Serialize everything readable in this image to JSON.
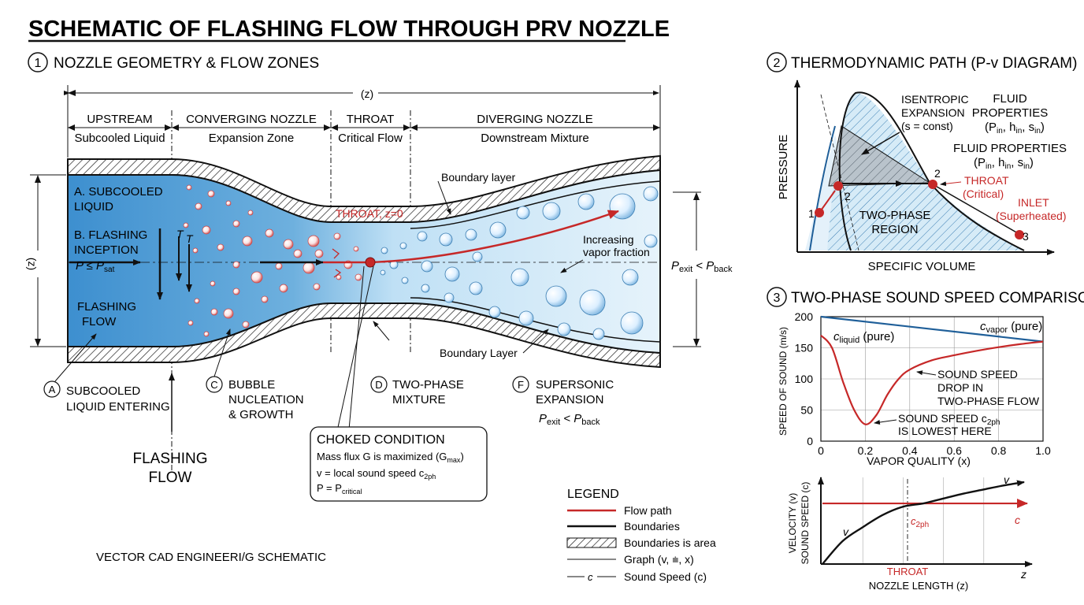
{
  "title": "SCHEMATIC OF FLASHING FLOW THROUGH PRV NOZZLE",
  "footer_note": "VECTOR CAD ENGINEERI/G SCHEMATIC",
  "colors": {
    "liquid": "#3b8fcf",
    "liquid_light": "#bfe0f5",
    "flow_path": "#c62828",
    "sound_speed_curve": "#c62828",
    "vapor_curve": "#1f5f99",
    "hatch": "#222222"
  },
  "panel1": {
    "number": "1",
    "heading": "NOZZLE GEOMETRY & FLOW ZONES",
    "z_overall": "(z)",
    "z_side": "(z)",
    "zones": [
      {
        "name": "UPSTREAM",
        "desc": "Subcooled Liquid"
      },
      {
        "name": "CONVERGING NOZZLE",
        "desc": "Expansion Zone"
      },
      {
        "name": "THROAT",
        "desc": "Critical Flow"
      },
      {
        "name": "DIVERGING NOZZLE",
        "desc": "Downstream Mixture"
      }
    ],
    "inside": {
      "a_line1": "A. SUBCOOLED",
      "a_line2": "LIQUID",
      "b_line1": "B. FLASHING",
      "b_line2": "INCEPTION",
      "b_cond": "P ≤ P",
      "b_cond_sub": "sat",
      "t1": "T",
      "t2": "T",
      "flashing_line1": "FLASHING",
      "flashing_line2": "FLOW",
      "throat_label": "THROAT, z=0",
      "boundary_top": "Boundary layer",
      "boundary_bottom": "Boundary Layer",
      "increasing_line1": "Increasing",
      "increasing_line2": "vapor fraction"
    },
    "exit_label": {
      "p": "P",
      "exit_sub": "exit",
      "lt": " < P",
      "back_sub": "back"
    },
    "callouts": [
      {
        "letter": "A",
        "line1": "SUBCOOLED",
        "line2": "LIQUID ENTERING",
        "line3": ""
      },
      {
        "letter": "C",
        "line1": "BUBBLE",
        "line2": "NUCLEATION",
        "line3": "& GROWTH"
      },
      {
        "letter": "D",
        "line1": "TWO-PHASE",
        "line2": "MIXTURE",
        "line3": ""
      },
      {
        "letter": "F",
        "line1": "SUPERSONIC",
        "line2": "EXPANSION",
        "line3": ""
      }
    ],
    "flashing_flow_big_line1": "FLASHING",
    "flashing_flow_big_line2": "FLOW",
    "choked": {
      "title": "CHOKED CONDITION",
      "line1": "Mass flux G is maximized (G",
      "line1_sub": "max",
      "line1_end": ")",
      "line2": "v = local sound speed c",
      "line2_sub": "2ph",
      "line3": "P = P",
      "line3_sub": "critical"
    }
  },
  "legend": {
    "title": "LEGEND",
    "items": [
      {
        "symbol": "red-line",
        "label": "Flow path"
      },
      {
        "symbol": "black-line",
        "label": "Boundaries"
      },
      {
        "symbol": "hatch",
        "label": "Boundaries is area"
      },
      {
        "symbol": "thin-line",
        "label": "Graph (v, ⩧, x)"
      },
      {
        "symbol": "c-line",
        "label": "Sound Speed (c)",
        "symbol_text": "c"
      }
    ]
  },
  "panel2": {
    "number": "2",
    "heading": "THERMODYNAMIC PATH (P-v DIAGRAM)",
    "ylabel": "PRESSURE",
    "xlabel": "SPECIFIC VOLUME",
    "isentropic_line1": "ISENTROPIC",
    "isentropic_line2": "EXPANSION",
    "isentropic_line3": "(s = const)",
    "fluid_props_1_line1": "FLUID",
    "fluid_props_1_line2": "PROPERTIES",
    "fluid_props_1_line3": "(P",
    "fluid_props_2_line1": "FLUID PROPERTIES",
    "fluid_props_2_line2": "(P",
    "props_sub_in": "in",
    "props_h": ", h",
    "props_s": ", s",
    "props_close": ")",
    "throat_line1": "THROAT",
    "throat_line2": "(Critical)",
    "inlet_line1": "INLET",
    "inlet_line2": "(Superheated)",
    "region_line1": "TWO-PHASE",
    "region_line2": "REGION",
    "points": [
      "1",
      "2",
      "2",
      "3"
    ]
  },
  "panel3": {
    "number": "3",
    "heading": "TWO-PHASE SOUND SPEED COMPARISON",
    "ylabel": "SPEED OF SOUND (m/s)",
    "xlabel": "VAPOR QUALITY (x)",
    "y_ticks": [
      "200",
      "150",
      "100",
      "50",
      "0"
    ],
    "x_ticks": [
      "0",
      "0.2",
      "0.4",
      "0.6",
      "0.8",
      "1.0"
    ],
    "cvapor_label": "c",
    "cvapor_sub": "vapor",
    "cvapor_tail": " (pure)",
    "cliquid_label": "c",
    "cliquid_sub": "liquid",
    "cliquid_tail": " (pure)",
    "drop_line1": "SOUND SPEED",
    "drop_line2": "DROP IN",
    "drop_line3": "TWO-PHASE FLOW",
    "lowest_line1": "SOUND SPEED c",
    "lowest_sub": "2ph",
    "lowest_line2": "IS LOWEST HERE"
  },
  "chart_data": [
    {
      "type": "line",
      "xlabel": "VAPOR QUALITY (x)",
      "ylabel": "SPEED OF SOUND (m/s)",
      "xlim": [
        0,
        1.0
      ],
      "ylim": [
        0,
        200
      ],
      "grid": true,
      "series": [
        {
          "name": "c vapor (pure)",
          "x": [
            0,
            1.0
          ],
          "y": [
            200,
            160
          ]
        },
        {
          "name": "c liquid (pure)",
          "x": [
            0,
            0.05,
            0.1,
            0.15,
            0.2,
            0.25,
            0.3,
            0.35,
            0.4,
            0.5,
            0.6,
            0.7,
            0.8,
            0.9,
            1.0
          ],
          "y": [
            170,
            150,
            95,
            50,
            27,
            42,
            75,
            100,
            115,
            130,
            138,
            145,
            151,
            156,
            160
          ]
        }
      ]
    },
    {
      "type": "line",
      "xlabel": "NOZZLE LENGTH (z)",
      "ylabel": "VELOCITY (v) SOUND SPEED (c)",
      "x_marker": "THROAT",
      "series": [
        {
          "name": "v",
          "x": [
            0,
            0.1,
            0.2,
            0.3,
            0.4,
            0.5,
            0.6,
            0.7,
            0.8,
            0.9,
            1.0
          ],
          "y": [
            0.0,
            0.28,
            0.45,
            0.6,
            0.7,
            0.74,
            0.8,
            0.86,
            0.91,
            0.96,
            1.0
          ]
        },
        {
          "name": "c",
          "x": [
            0,
            1.0
          ],
          "y": [
            0.74,
            0.74
          ]
        }
      ],
      "labels": {
        "v_curve": "v",
        "v_end": "v",
        "c_end": "c",
        "intersection": "c",
        "intersection_sub": "2ph",
        "throat": "THROAT",
        "xlabel": "NOZZLE LENGTH (z)",
        "z": "z",
        "ylabel_line1": "VELOCITY (v)",
        "ylabel_line2": "SOUND SPEED (c)"
      }
    }
  ]
}
